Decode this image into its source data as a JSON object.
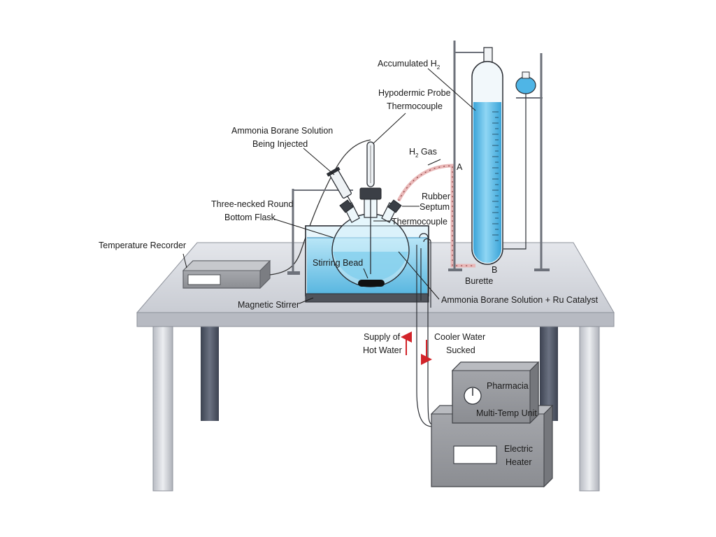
{
  "labels": {
    "accumulated_h2": "Accumulated H",
    "accumulated_h2_sub": "2",
    "hypodermic_probe_line1": "Hypodermic Probe",
    "hypodermic_probe_line2": "Thermocouple",
    "ammonia_injected_line1": "Ammonia Borane Solution",
    "ammonia_injected_line2": "Being Injected",
    "h2_gas_prefix": "H",
    "h2_gas_sub": "2",
    "h2_gas_suffix": " Gas",
    "point_a": "A",
    "point_b": "B",
    "rubber_septum_line1": "Rubber",
    "rubber_septum_line2": "Septum",
    "flask_line1": "Three-necked Round",
    "flask_line2": "Bottom Flask",
    "thermocouple": "Thermocouple",
    "temperature_recorder": "Temperature Recorder",
    "stirring_bead": "Stirring Bead",
    "burette": "Burette",
    "magnetic_stirrer": "Magnetic Stirrer",
    "ammonia_catalyst": "Ammonia Borane Solution + Ru Catalyst",
    "hot_water_line1": "Supply of",
    "hot_water_line2": "Hot Water",
    "cooler_water_line1": "Cooler Water",
    "cooler_water_line2": "Sucked",
    "pharmacia": "Pharmacia",
    "multi_temp_unit": "Multi-Temp Unit",
    "electric_heater_line1": "Electric",
    "electric_heater_line2": "Heater"
  },
  "colors": {
    "water": "#8fd3ee",
    "water_dark": "#3aa7d6",
    "burette_liquid": "#4fb5e6",
    "table_top": "#d9dce3",
    "table_edge": "#a8acb6",
    "table_leg": "#c7cad1",
    "table_leg_back": "#4d5462",
    "device_body": "#9a9ca1",
    "device_dark": "#6f7177",
    "arrow_red": "#d2242a",
    "tube_pink": "#e9b7b7"
  }
}
